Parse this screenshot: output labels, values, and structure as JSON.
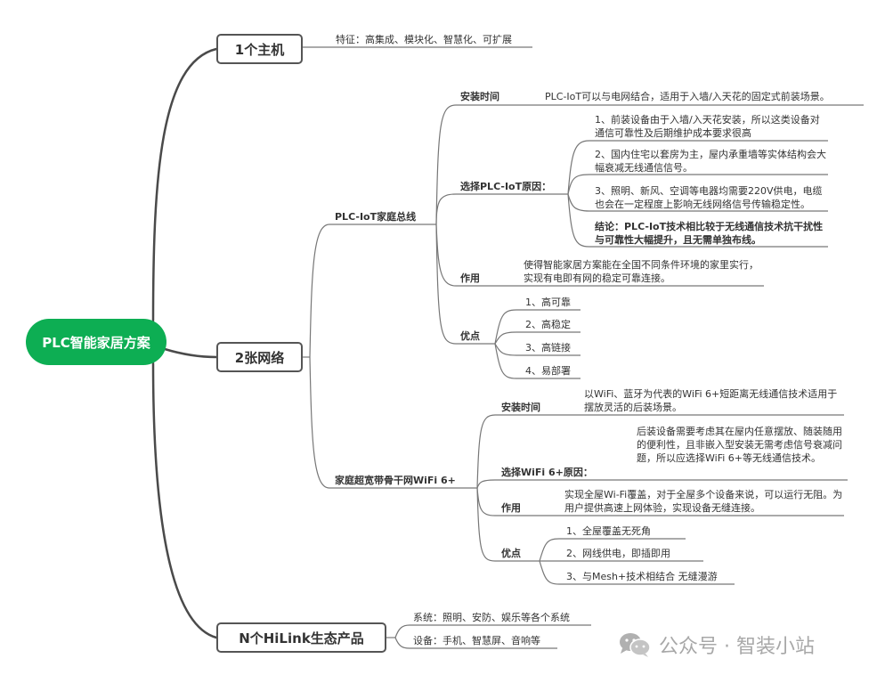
{
  "root": {
    "label": "PLC智能家居方案",
    "color": "#0dae53"
  },
  "branches": {
    "host": {
      "label": "1个主机",
      "feature": "特征：高集成、模块化、智慧化、可扩展"
    },
    "networks": {
      "label": "2张网络",
      "plc": {
        "label": "PLC-IoT家庭总线",
        "install_time": {
          "label": "安装时间",
          "text": "PLC-IoT可以与电网结合，适用于入墙/入天花的固定式前装场景。"
        },
        "reasons": {
          "label": "选择PLC-IoT原因：",
          "items": [
            "1、前装设备由于入墙/入天花安装，所以这类设备对通信可靠性及后期维护成本要求很高",
            "2、国内住宅以套房为主，屋内承重墙等实体结构会大幅衰减无线通信信号。",
            "3、照明、新风、空调等电器均需要220V供电，电缆也会在一定程度上影响无线网络信号传输稳定性。",
            "结论：PLC-IoT技术相比较于无线通信技术抗干扰性与可靠性大幅提升，且无需单独布线。"
          ]
        },
        "function": {
          "label": "作用",
          "text": "使得智能家居方案能在全国不同条件环境的家里实行，实现有电即有网的稳定可靠连接。"
        },
        "advantages": {
          "label": "优点",
          "items": [
            "1、高可靠",
            "2、高稳定",
            "3、高链接",
            "4、易部署"
          ]
        }
      },
      "wifi": {
        "label": "家庭超宽带骨干网WiFi 6+",
        "install_time": {
          "label": "安装时间",
          "text": "以WiFi、蓝牙为代表的WiFi 6+短距离无线通信技术适用于摆放灵活的后装场景。"
        },
        "reasons": {
          "label": "选择WiFi 6+原因：",
          "text": "后装设备需要考虑其在屋内任意摆放、随装随用的便利性，且非嵌入型安装无需考虑信号衰减问题，所以应选择WiFi 6+等无线通信技术。"
        },
        "function": {
          "label": "作用",
          "text": "实现全屋Wi-Fi覆盖，对于全屋多个设备来说，可以运行无阻。为用户提供高速上网体验，实现设备无缝连接。"
        },
        "advantages": {
          "label": "优点",
          "items": [
            "1、全屋覆盖无死角",
            "2、网线供电，即插即用",
            "3、与Mesh+技术相结合 无缝漫游"
          ]
        }
      }
    },
    "hilink": {
      "label": "N个HiLink生态产品",
      "items": [
        "系统：照明、安防、娱乐等各个系统",
        "设备：手机、智慧屏、音响等"
      ]
    }
  },
  "watermark": {
    "icon": "wechat-icon",
    "text": "公众号 · 智装小站"
  }
}
